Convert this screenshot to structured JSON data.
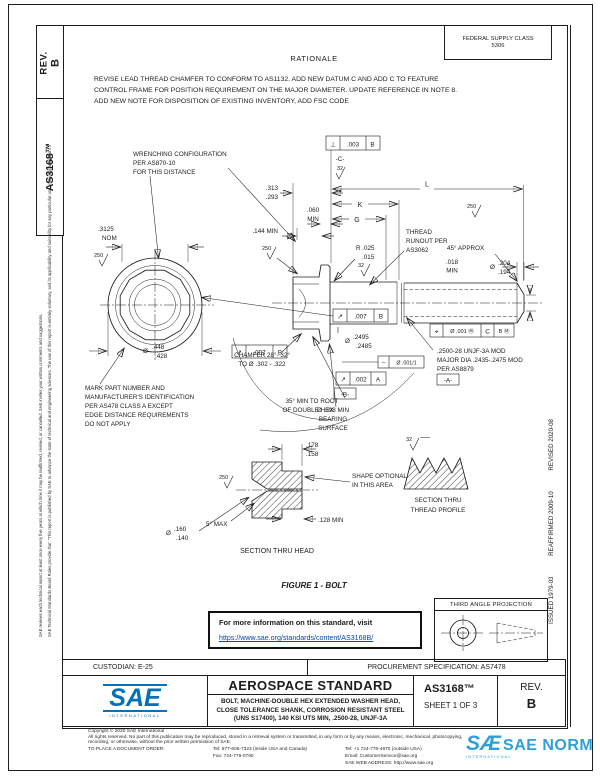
{
  "margins": {
    "rev_label": "REV.",
    "rev_value": "B",
    "doc_number": "AS3168™",
    "disclaimer1": "SAE Technical Standards Board Rules provide that: \"This report is published by SAE to advance the state of technical and engineering sciences. The use of this report is entirely voluntary, and its applicability and suitability for any particular use, including any patent infringement arising therefrom, is the sole responsibility of the user.\"",
    "disclaimer2": "SAE reviews each technical report at least once every five years at which time it may be reaffirmed, revised, or cancelled. SAE invites your written comments and suggestions.",
    "dates": "ISSUED 1979-03            REAFFIRMED 2009-10            REVISED 2020-08"
  },
  "header": {
    "fsc_line1": "FEDERAL SUPPLY CLASS",
    "fsc_line2": "5306",
    "rationale_title": "RATIONALE",
    "rationale_l1": "REVISE LEAD THREAD CHAMFER TO CONFORM TO AS1132. ADD NEW DATUM C AND ADD C TO FEATURE",
    "rationale_l2": "CONTROL FRAME FOR POSITION REQUIREMENT ON THE MAJOR DIAMETER. UPDATE REFERENCE IN NOTE 8.",
    "rationale_l3": "ADD NEW NOTE FOR DISPOSITION OF EXISTING INVENTORY, ADD FSC CODE"
  },
  "figure": {
    "title": "FIGURE 1 - BOLT",
    "w1": "WRENCHING CONFIGURATION",
    "w2": "PER AS870-10",
    "w3": "FOR THIS DISTANCE",
    "fcf_perp": {
      "sym": "⊥",
      "tol": ".003",
      "datum": "B"
    },
    "datum_a": "-A-",
    "datum_b": "-B-",
    "datum_c": "-C-",
    "finish32": "32",
    "finish250": "250",
    "d313a": ".313",
    "d313b": ".293",
    "d060a": ".060",
    "d060b": "MIN",
    "d144": ".144 MIN",
    "d3125a": ".3125",
    "d3125b": "NOM",
    "dimL": "L",
    "dimK": "K",
    "dimG": "G",
    "ro1": "THREAD",
    "ro2": "RUNOUT PER",
    "ro3": "AS3062",
    "approx45": "45° APPROX",
    "d018a": ".018",
    "d018b": "MIN",
    "d204s": "Ø",
    "d204a": ".204",
    "d204b": ".194",
    "rfa": "R .025",
    "rfb": ".015",
    "d448s": "Ø",
    "d448a": ".448",
    "d448b": ".428",
    "fcf_ro": {
      "sym": "↗",
      "tol": ".007",
      "datum": "B"
    },
    "mark1": "MARK PART NUMBER AND",
    "mark2": "MANUFACTURER'S IDENTIFICATION",
    "mark3": "PER AS478 CLASS A EXCEPT",
    "mark4": "EDGE DISTANCE REQUIREMENTS",
    "mark5": "DO NOT APPLY",
    "cham1": "CHAMFER 28°- 32°",
    "cham2": "TO Ø .302 - .322",
    "hex1": "35° MIN TO ROOT",
    "hex2": "OF DOUBLE HEX",
    "d2495s": "Ø",
    "d2495a": ".2495",
    "d2495b": ".2485",
    "fcf_pos": {
      "sym": "⌖",
      "tol": "Ø .001 Ⓜ",
      "d1": "C",
      "d2": "B Ⓜ"
    },
    "fcf_str": {
      "sym": "–",
      "tol": "Ø .001/1"
    },
    "fcf_ro2": {
      "sym": "↗",
      "tol": ".002",
      "datum": "A"
    },
    "spec1": ".2500-28 UNJF-3A MOD",
    "spec2": "MAJOR DIA .2435-.2475 MOD",
    "spec3": "PER AS8879",
    "bear1": "Ø .398 MIN",
    "bear2": "BEARING",
    "bear3": "SURFACE",
    "d178a": ".178",
    "d178b": ".158",
    "shape1": "SHAPE OPTIONAL",
    "shape2": "IN THIS AREA",
    "deg5": "5° MAX",
    "d128": ".128 MIN",
    "d160s": "Ø",
    "d160a": ".160",
    "d160b": ".140",
    "sec_head": "SECTION THRU HEAD",
    "secth1": "SECTION THRU",
    "secth2": "THREAD PROFILE"
  },
  "info_box": {
    "line1": "For more information on this standard, visit",
    "link": "https://www.sae.org/standards/content/AS3168B/"
  },
  "projection": {
    "title": "THIRD ANGLE PROJECTION"
  },
  "title_block": {
    "custodian": "CUSTODIAN: E-25",
    "procurement": "PROCUREMENT SPECIFICATION: AS7478",
    "org_title": "AEROSPACE STANDARD",
    "subtitle1": "BOLT, MACHINE-DOUBLE HEX EXTENDED WASHER HEAD,",
    "subtitle2": "CLOSE TOLERANCE SHANK, CORROSION RESISTANT STEEL",
    "subtitle3": "(UNS S17400), 140 KSI UTS MIN, .2500-28, UNJF-3A",
    "doc_number": "AS3168™",
    "sheet": "SHEET 1 OF 3",
    "rev_label": "REV.",
    "rev_value": "B",
    "logo_text": "SAE",
    "logo_sub": "INTERNATIONAL"
  },
  "footer": {
    "copyright": "Copyright © 2020 SAE International",
    "rights1": "All rights reserved. No part of this publication may be reproduced, stored in a retrieval system or transmitted, in any form or by any means, electronic, mechanical, photocopying,",
    "rights2": "recording, or otherwise, without the prior written permission of SAE.",
    "order_label": "TO PLACE A DOCUMENT ORDER:",
    "tel_inside": "Tel: 877-606-7323 (inside USA and Canada)",
    "fax": "Fax: 724-776-0790",
    "tel_outside": "Tel: +1 724-776-4970 (outside USA)",
    "email": "Email: CustomerService@sae.org",
    "web": "SAE WEB ADDRESS: http://www.sae.org",
    "wm_logo": "SÆ",
    "wm_text": "SAE NORM",
    "wm_sub": "INTERNATIONAL"
  },
  "colors": {
    "sae_blue": "#0072bc",
    "link_blue": "#0645ad",
    "watermark_blue": "#2f9fd8"
  }
}
